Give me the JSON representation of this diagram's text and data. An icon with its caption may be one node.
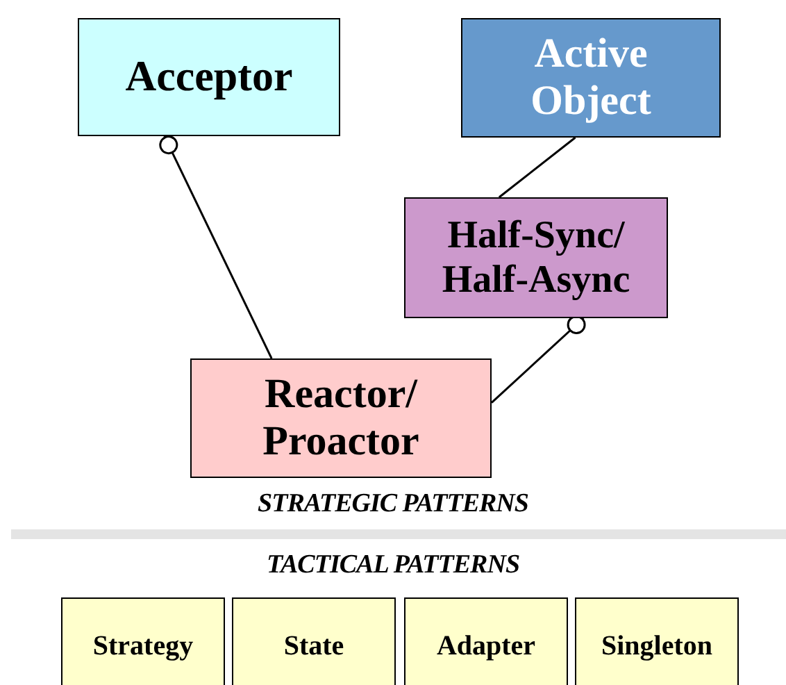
{
  "diagram": {
    "nodes": [
      {
        "text": [
          "Acceptor"
        ]
      },
      {
        "text": [
          "Active Object"
        ]
      },
      {
        "text": [
          "Half-Sync/ Half-Async"
        ]
      },
      {
        "text": [
          "Reactor/ Proactor"
        ]
      },
      {
        "text": [
          "Strategy"
        ]
      },
      {
        "text": [
          "State"
        ]
      },
      {
        "text": [
          "Adapter"
        ]
      },
      {
        "text": [
          "Singleton"
        ]
      }
    ],
    "edges": [
      {
        "from": 0,
        "to": 3,
        "arrow": "other"
      },
      {
        "from": 1,
        "to": 2,
        "arrow": "none"
      },
      {
        "from": 2,
        "to": 3,
        "arrow": "other"
      }
    ],
    "labels": [
      "STRATEGIC PATTERNS",
      "TACTICAL PATTERNS"
    ]
  }
}
